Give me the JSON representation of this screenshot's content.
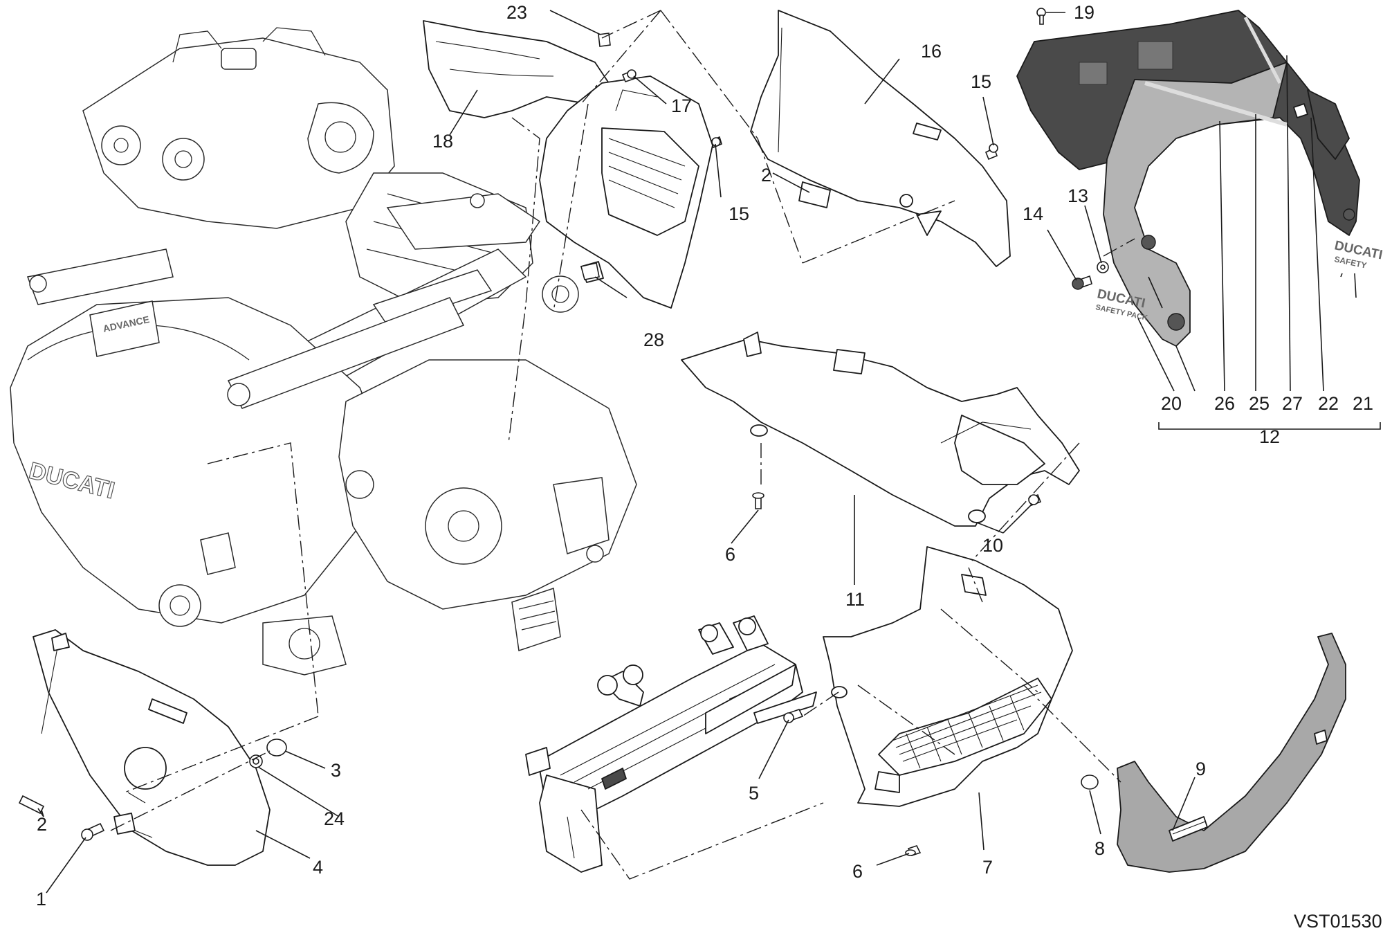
{
  "document": {
    "reference_code": "VST01530"
  },
  "callouts": [
    {
      "id": "c1",
      "label": "1"
    },
    {
      "id": "c2a",
      "label": "2"
    },
    {
      "id": "c2b",
      "label": "2"
    },
    {
      "id": "c3",
      "label": "3"
    },
    {
      "id": "c4",
      "label": "4"
    },
    {
      "id": "c5",
      "label": "5"
    },
    {
      "id": "c6a",
      "label": "6"
    },
    {
      "id": "c6b",
      "label": "6"
    },
    {
      "id": "c7",
      "label": "7"
    },
    {
      "id": "c8",
      "label": "8"
    },
    {
      "id": "c9",
      "label": "9"
    },
    {
      "id": "c10",
      "label": "10"
    },
    {
      "id": "c11",
      "label": "11"
    },
    {
      "id": "c12",
      "label": "12"
    },
    {
      "id": "c13",
      "label": "13"
    },
    {
      "id": "c14",
      "label": "14"
    },
    {
      "id": "c15a",
      "label": "15"
    },
    {
      "id": "c15b",
      "label": "15"
    },
    {
      "id": "c16",
      "label": "16"
    },
    {
      "id": "c17",
      "label": "17"
    },
    {
      "id": "c18",
      "label": "18"
    },
    {
      "id": "c19",
      "label": "19"
    },
    {
      "id": "c20",
      "label": "20"
    },
    {
      "id": "c21",
      "label": "21"
    },
    {
      "id": "c22",
      "label": "22"
    },
    {
      "id": "c23",
      "label": "23"
    },
    {
      "id": "c24",
      "label": "24"
    },
    {
      "id": "c25",
      "label": "25"
    },
    {
      "id": "c26",
      "label": "26"
    },
    {
      "id": "c27",
      "label": "27"
    },
    {
      "id": "c28",
      "label": "28"
    }
  ],
  "logos": {
    "engine_brand": "DUCATI",
    "engine_badge": "ADVANCE",
    "decal_21_line1": "DUCATI",
    "decal_21_line2": "SAFETY",
    "decal_20_line1": "DUCATI",
    "decal_20_line2": "SAFETY PACK"
  }
}
